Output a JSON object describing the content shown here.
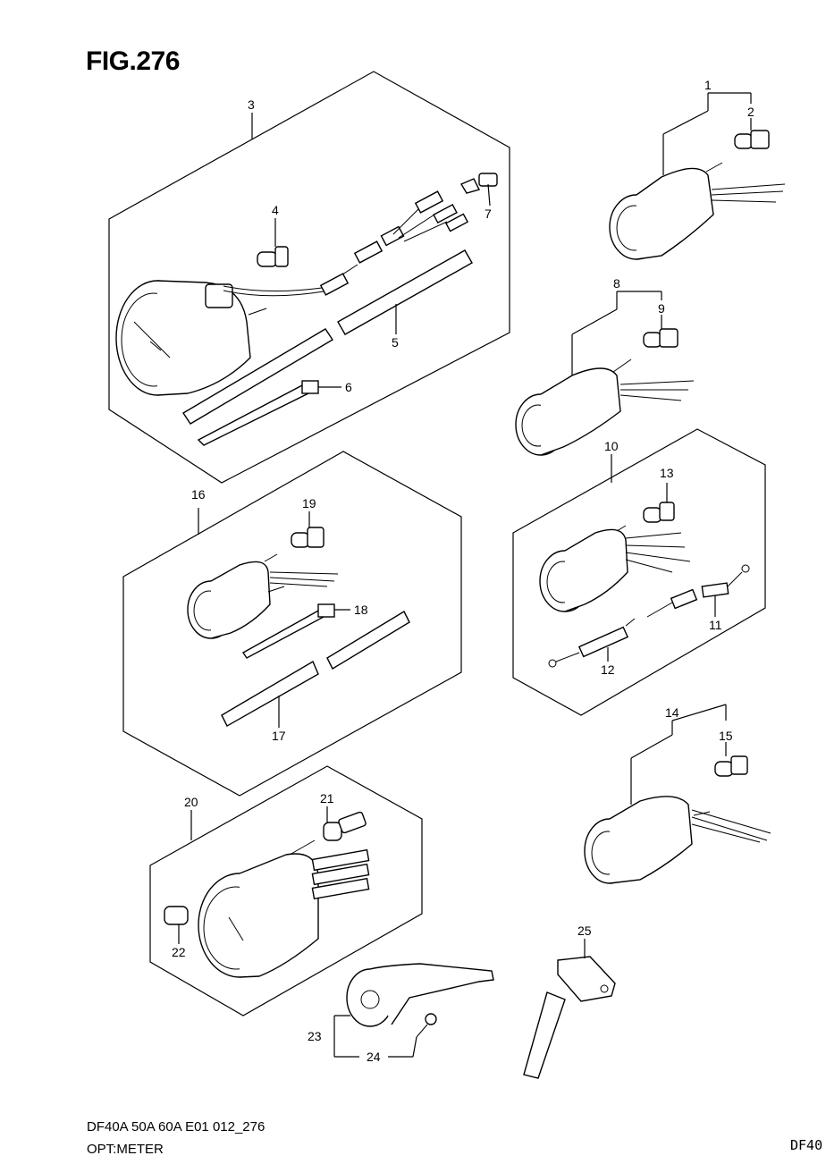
{
  "figure": {
    "title": "FIG.276"
  },
  "callouts": {
    "c1": "1",
    "c2": "2",
    "c3": "3",
    "c4": "4",
    "c5": "5",
    "c6": "6",
    "c7": "7",
    "c8": "8",
    "c9": "9",
    "c10": "10",
    "c11": "11",
    "c12": "12",
    "c13": "13",
    "c14": "14",
    "c15": "15",
    "c16": "16",
    "c17": "17",
    "c18": "18",
    "c19": "19",
    "c20": "20",
    "c21": "21",
    "c22": "22",
    "c23": "23",
    "c24": "24",
    "c25": "25"
  },
  "footer": {
    "code": "DF40A 50A 60A E01 012_276",
    "subtitle": "OPT:METER",
    "right": "DF40"
  }
}
